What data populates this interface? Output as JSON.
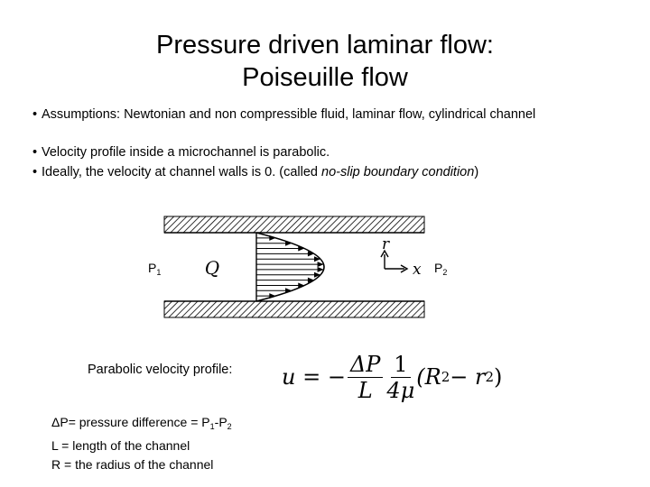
{
  "title": {
    "line1": "Pressure driven laminar flow:",
    "line2": "Poiseuille flow"
  },
  "bullets": {
    "assumptions": "Assumptions: Newtonian and non compressible fluid, laminar flow, cylindrical channel",
    "parabolic": "Velocity profile inside a microchannel is parabolic.",
    "noslip_prefix": "Ideally, the velocity at channel walls is 0. (called ",
    "noslip_term": "no-slip boundary condition",
    "noslip_suffix": ")"
  },
  "diagram": {
    "p1_main": "P",
    "p1_sub": "1",
    "p2_main": "P",
    "p2_sub": "2",
    "flow_label": "Q",
    "r_axis_label": "r",
    "x_axis_label": "x"
  },
  "formula": {
    "label": "Parabolic velocity profile:",
    "lhs": "u = −",
    "num1": "ΔP",
    "den1": "L",
    "num2": "1",
    "den2": "4μ",
    "paren_open": "(R",
    "minus": " − r",
    "paren_close": ")",
    "exponent": "2"
  },
  "definitions": {
    "dp_prefix": "ΔP= pressure difference = P",
    "dp_sub1": "1",
    "dp_mid": "-P",
    "dp_sub2": "2",
    "length": "L = length of the channel",
    "radius": "R = the radius of the channel"
  }
}
